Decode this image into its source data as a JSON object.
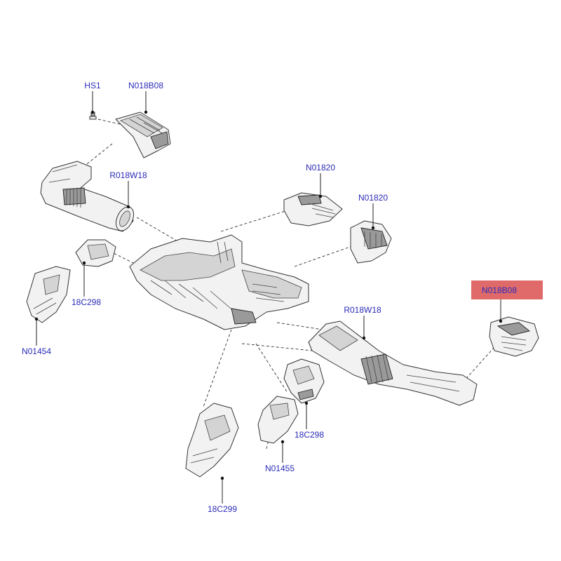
{
  "labels": {
    "hs1": "HS1",
    "n018b08_top": "N018B08",
    "r018w18_left": "R018W18",
    "n01820_top": "N01820",
    "n01820_right": "N01820",
    "c18c298_left": "18C298",
    "n01454": "N01454",
    "n018b08_highlighted": "N018B08",
    "r018w18_right": "R018W18",
    "c18c298_right": "18C298",
    "n01455": "N01455",
    "c18c299": "18C299"
  },
  "colors": {
    "label_text": "#2b2bb8",
    "highlight_fill": "#e06a6a",
    "line": "#222222"
  }
}
